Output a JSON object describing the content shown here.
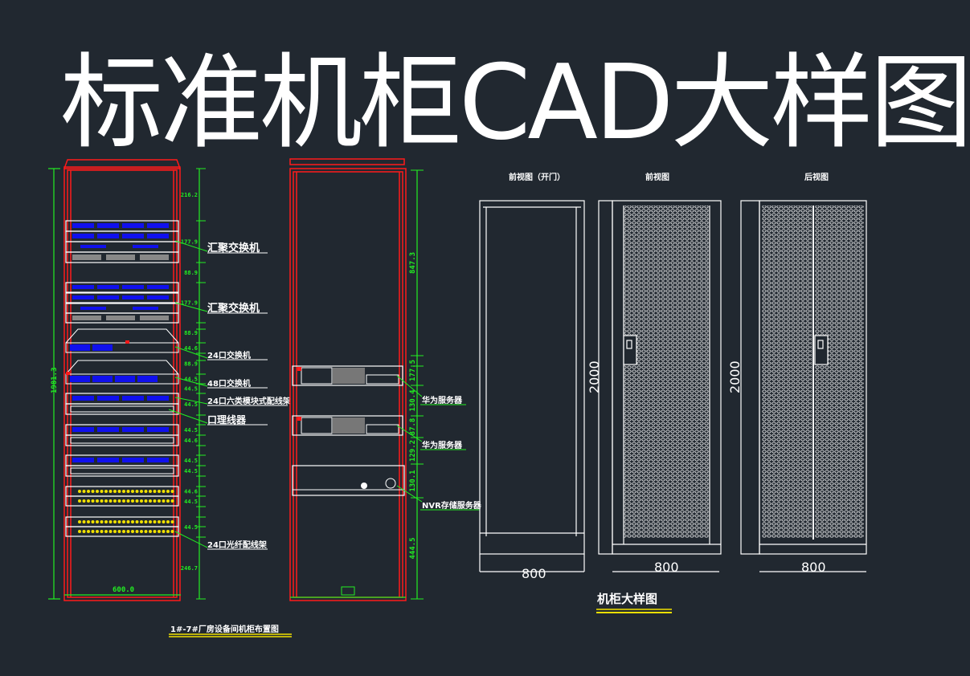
{
  "title": "标准机柜CAD大样图",
  "rack_layout": {
    "caption": "1#-7#厂房设备间机柜布置图",
    "left_rack": {
      "height_dim": "1981.3",
      "width_dim": "600.0",
      "side_dims": [
        "216.2",
        "177.9",
        "88.9",
        "177.9",
        "88.9",
        "44.6",
        "88.9",
        "44.5",
        "44.5",
        "44.5",
        "44.5",
        "44.6",
        "44.5",
        "44.5",
        "44.6",
        "44.5",
        "44.5",
        "246.7"
      ],
      "labels": [
        "汇聚交换机",
        "汇聚交换机",
        "24口交换机",
        "48口交换机",
        "24口六类模块式配线架",
        "口理线器",
        "24口光纤配线架"
      ]
    },
    "middle_rack": {
      "side_dims": [
        "847.3",
        "177.5",
        "130.4",
        "87.8",
        "129.2",
        "130.1",
        "444.5"
      ],
      "labels": [
        "华为服务器",
        "华为服务器",
        "NVR存储服务器"
      ]
    }
  },
  "detail": {
    "caption": "机柜大样图",
    "views": [
      {
        "title": "前视图（开门）",
        "width_dim": "800"
      },
      {
        "title": "前视图",
        "width_dim": "800",
        "height_dim": "2000"
      },
      {
        "title": "后视图",
        "width_dim": "800",
        "height_dim": "2000"
      }
    ]
  },
  "colors": {
    "background": "#212830",
    "frame": "#ff1a1a",
    "dimension": "#22ee22",
    "port": "#1010ee",
    "fiber_port": "#f0e000",
    "underline": "#f0e000"
  }
}
